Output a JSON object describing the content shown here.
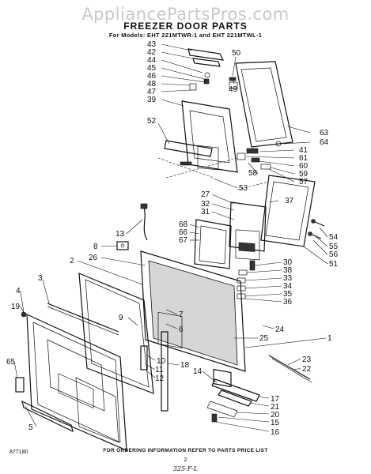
{
  "watermark": "AppliancePartsPros.com",
  "title": "FREEZER DOOR PARTS",
  "subtitle": "For Models: EHT 221MTWR-1 and EHT 221MTWL-1",
  "footer": "FOR ORDERING INFORMATION REFER TO PARTS PRICE LIST",
  "page_number": "2",
  "doc_code": "877180",
  "handwritten_note": "325-F-L",
  "callouts": [
    {
      "id": "43",
      "label": "43"
    },
    {
      "id": "42",
      "label": "42"
    },
    {
      "id": "44",
      "label": "44"
    },
    {
      "id": "45",
      "label": "45"
    },
    {
      "id": "46",
      "label": "46"
    },
    {
      "id": "48",
      "label": "48"
    },
    {
      "id": "47",
      "label": "47"
    },
    {
      "id": "39",
      "label": "39"
    },
    {
      "id": "50",
      "label": "50"
    },
    {
      "id": "49",
      "label": "49"
    },
    {
      "id": "52",
      "label": "52"
    },
    {
      "id": "63",
      "label": "63"
    },
    {
      "id": "64",
      "label": "64"
    },
    {
      "id": "41",
      "label": "41"
    },
    {
      "id": "61",
      "label": "61"
    },
    {
      "id": "60",
      "label": "60"
    },
    {
      "id": "58",
      "label": "58"
    },
    {
      "id": "59",
      "label": "59"
    },
    {
      "id": "57",
      "label": "57"
    },
    {
      "id": "53",
      "label": "53"
    },
    {
      "id": "27",
      "label": "27"
    },
    {
      "id": "32",
      "label": "32"
    },
    {
      "id": "37",
      "label": "37"
    },
    {
      "id": "31",
      "label": "31"
    },
    {
      "id": "13",
      "label": "13"
    },
    {
      "id": "68",
      "label": "68"
    },
    {
      "id": "66",
      "label": "66"
    },
    {
      "id": "67",
      "label": "67"
    },
    {
      "id": "54",
      "label": "54"
    },
    {
      "id": "55",
      "label": "55"
    },
    {
      "id": "56",
      "label": "56"
    },
    {
      "id": "51",
      "label": "51"
    },
    {
      "id": "8",
      "label": "8"
    },
    {
      "id": "2",
      "label": "2"
    },
    {
      "id": "26",
      "label": "26"
    },
    {
      "id": "30",
      "label": "30"
    },
    {
      "id": "38",
      "label": "38"
    },
    {
      "id": "33",
      "label": "33"
    },
    {
      "id": "34",
      "label": "34"
    },
    {
      "id": "35",
      "label": "35"
    },
    {
      "id": "36",
      "label": "36"
    },
    {
      "id": "3",
      "label": "3"
    },
    {
      "id": "4",
      "label": "4"
    },
    {
      "id": "19",
      "label": "19"
    },
    {
      "id": "9",
      "label": "9"
    },
    {
      "id": "7",
      "label": "7"
    },
    {
      "id": "6",
      "label": "6"
    },
    {
      "id": "24",
      "label": "24"
    },
    {
      "id": "25",
      "label": "25"
    },
    {
      "id": "1",
      "label": "1"
    },
    {
      "id": "23",
      "label": "23"
    },
    {
      "id": "22",
      "label": "22"
    },
    {
      "id": "10",
      "label": "10"
    },
    {
      "id": "11",
      "label": "11"
    },
    {
      "id": "12",
      "label": "12"
    },
    {
      "id": "18",
      "label": "18"
    },
    {
      "id": "65",
      "label": "65"
    },
    {
      "id": "14",
      "label": "14"
    },
    {
      "id": "17",
      "label": "17"
    },
    {
      "id": "21",
      "label": "21"
    },
    {
      "id": "20",
      "label": "20"
    },
    {
      "id": "15",
      "label": "15"
    },
    {
      "id": "16",
      "label": "16"
    },
    {
      "id": "5",
      "label": "5"
    }
  ]
}
